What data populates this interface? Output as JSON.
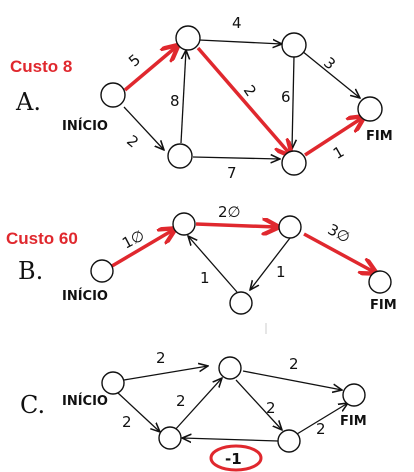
{
  "colors": {
    "ink": "#111111",
    "highlight": "#e0282e"
  },
  "graph_a": {
    "section": "A.",
    "cost": "Custo 8",
    "start": "INÍCIO",
    "end": "FIM",
    "weights": {
      "start_top": "5",
      "start_bottom": "2",
      "vertical_left": "8",
      "top": "4",
      "diagonal": "2",
      "vertical_right": "6",
      "bottom": "7",
      "top_end": "3",
      "bottom_end": "1"
    }
  },
  "graph_b": {
    "section": "B.",
    "cost": "Custo 60",
    "start": "INÍCIO",
    "end": "FIM",
    "weights": {
      "start_top": "1∅",
      "top": "2∅",
      "end": "3∅",
      "left": "1",
      "right": "1"
    }
  },
  "graph_c": {
    "section": "C.",
    "start": "INÍCIO",
    "end": "FIM",
    "weights": {
      "start_top": "2",
      "start_bottom": "2",
      "cross_up": "2",
      "top_end": "2",
      "cross_down": "2",
      "bottom_end": "2",
      "negative": "-1"
    }
  }
}
